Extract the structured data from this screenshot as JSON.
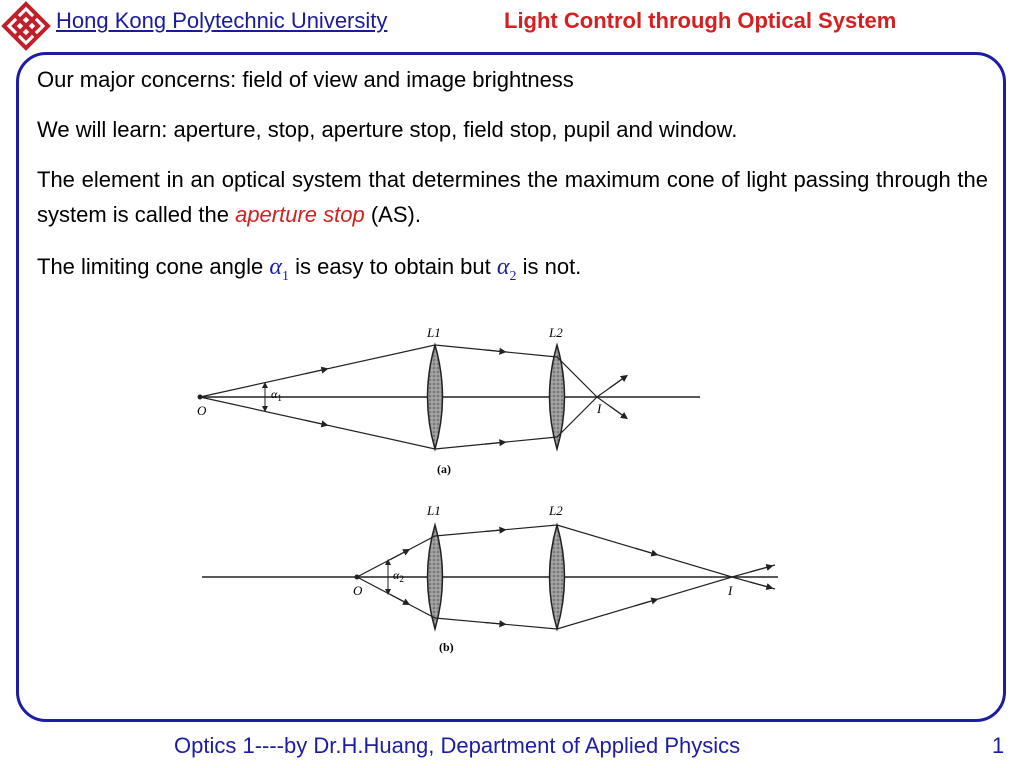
{
  "header": {
    "university": "Hong Kong Polytechnic University",
    "title": "Light Control through Optical System"
  },
  "body": {
    "p1": "Our major concerns: field of view and image brightness",
    "p2": "We will learn: aperture, stop, aperture stop, field stop, pupil and window.",
    "p3_pre": "The element in an optical system that determines the maximum cone of light passing through the system is called the ",
    "p3_em": "aperture stop",
    "p3_post": " (AS).",
    "p4_pre": "The limiting cone angle ",
    "p4_mid": " is easy to obtain but ",
    "p4_post": " is not.",
    "alpha": "α",
    "sub1": "1",
    "sub2": "2"
  },
  "figure": {
    "a": {
      "lens1": "L1",
      "lens2": "L2",
      "object": "O",
      "image": "I",
      "angle": "α",
      "angle_sub": "1",
      "caption": "(a)"
    },
    "b": {
      "lens1": "L1",
      "lens2": "L2",
      "object": "O",
      "image": "I",
      "angle": "α",
      "angle_sub": "2",
      "caption": "(b)"
    }
  },
  "footer": {
    "text": "Optics 1----by Dr.H.Huang, Department of Applied Physics",
    "page": "1"
  },
  "colors": {
    "link_blue": "#1a1a9c",
    "title_red": "#d42020",
    "frame_blue": "#1c1ca6",
    "logo_red": "#c0202a"
  }
}
